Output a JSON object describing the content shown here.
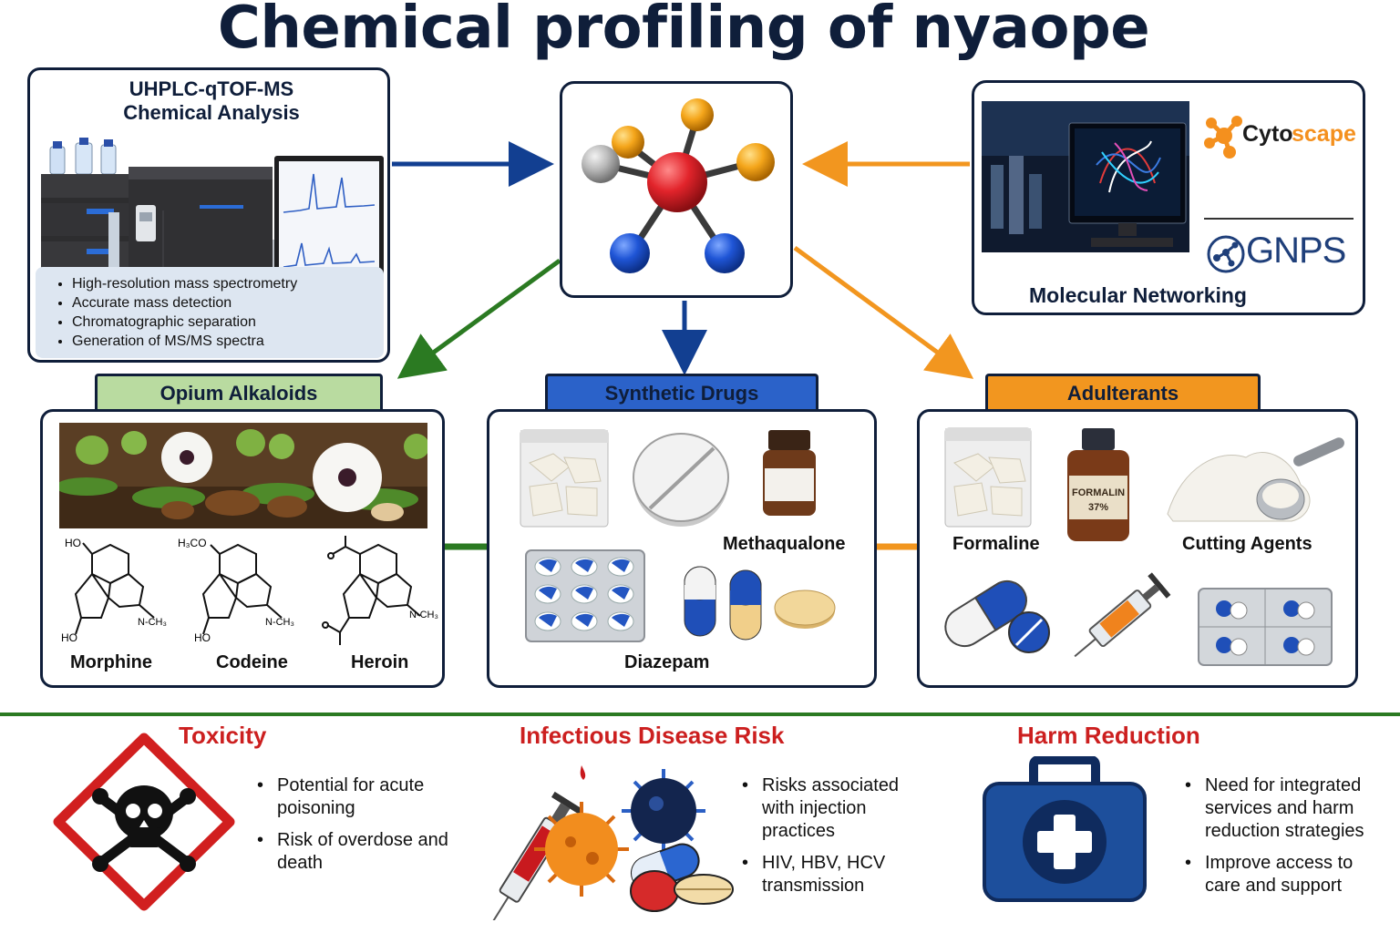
{
  "title": "Chemical profiling of nyaope",
  "analysis": {
    "title_line1": "UHPLC-qTOF-MS",
    "title_line2": "Chemical Analysis",
    "bullets": [
      "High-resolution mass spectrometry",
      "Accurate mass detection",
      "Chromatographic separation",
      "Generation of MS/MS spectra"
    ]
  },
  "networking": {
    "cytoscape_prefix": "Cyto",
    "cytoscape_suffix": "scape",
    "gnps": "GNPS",
    "caption": "Molecular Networking"
  },
  "categories": {
    "opium": {
      "title": "Opium Alkaloids",
      "compounds": [
        "Morphine",
        "Codeine",
        "Heroin"
      ],
      "structure_labels": {
        "ho": "HO",
        "h3co": "H₃CO",
        "nch3": "N-CH₃",
        "ho_low": "HO"
      }
    },
    "synthetic": {
      "title": "Synthetic Drugs",
      "items": [
        "Methaqualone",
        "Diazepam"
      ]
    },
    "adulterants": {
      "title": "Adulterants",
      "items": [
        "Formaline",
        "Cutting Agents"
      ],
      "bottle_label": "FORMALIN",
      "bottle_pct": "37%"
    }
  },
  "impacts": {
    "toxicity": {
      "title": "Toxicity",
      "bullets": [
        "Potential for acute poisoning",
        "Risk of overdose and death"
      ]
    },
    "infectious": {
      "title": "Infectious Disease Risk",
      "bullets": [
        "Risks associated with injection practices",
        "HIV, HBV, HCV transmission"
      ]
    },
    "harm": {
      "title": "Harm Reduction",
      "bullets": [
        "Need for integrated services and harm reduction strategies",
        "Improve access to care and support"
      ]
    }
  },
  "colors": {
    "navy": "#0f1e3a",
    "arrow_blue": "#123f91",
    "arrow_orange": "#f2961f",
    "arrow_green": "#2b7a22",
    "danger_red": "#cc1f1f",
    "medkit_blue": "#1d4f9c"
  }
}
